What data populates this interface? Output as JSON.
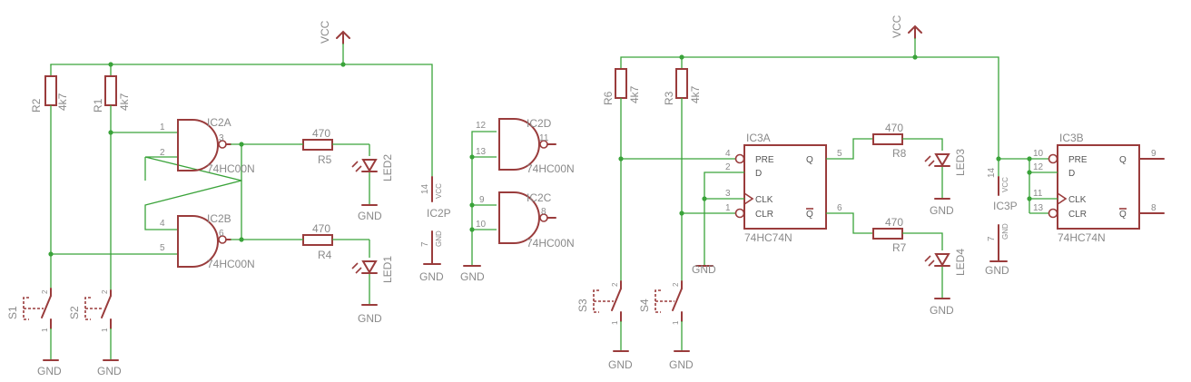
{
  "supply": {
    "vcc": "VCC",
    "gnd": "GND"
  },
  "left": {
    "resistors": [
      {
        "name": "R2",
        "value": "4k7"
      },
      {
        "name": "R1",
        "value": "4k7"
      },
      {
        "name": "R5",
        "value": "470"
      },
      {
        "name": "R4",
        "value": "470"
      }
    ],
    "gates": [
      {
        "name": "IC2A",
        "type": "74HC00N",
        "pins": [
          "1",
          "2",
          "3"
        ]
      },
      {
        "name": "IC2B",
        "type": "74HC00N",
        "pins": [
          "4",
          "5",
          "6"
        ]
      },
      {
        "name": "IC2D",
        "type": "74HC00N",
        "pins": [
          "12",
          "13",
          "11"
        ]
      },
      {
        "name": "IC2C",
        "type": "74HC00N",
        "pins": [
          "9",
          "10",
          "8"
        ]
      }
    ],
    "power_block": {
      "name": "IC2P",
      "vcc_pin": "14",
      "gnd_pin": "7"
    },
    "leds": [
      "LED2",
      "LED1"
    ],
    "switches": [
      {
        "name": "S1",
        "pins": [
          "2",
          "1"
        ]
      },
      {
        "name": "S2",
        "pins": [
          "2",
          "1"
        ]
      }
    ]
  },
  "right": {
    "resistors": [
      {
        "name": "R6",
        "value": "4k7"
      },
      {
        "name": "R3",
        "value": "4k7"
      },
      {
        "name": "R8",
        "value": "470"
      },
      {
        "name": "R7",
        "value": "470"
      }
    ],
    "flipflops": [
      {
        "name": "IC3A",
        "type": "74HC74N",
        "pin_labels": [
          "PRE",
          "D",
          "CLK",
          "CLR",
          "Q",
          "Q"
        ],
        "pins": [
          "4",
          "2",
          "3",
          "1",
          "5",
          "6"
        ]
      },
      {
        "name": "IC3B",
        "type": "74HC74N",
        "pin_labels": [
          "PRE",
          "D",
          "CLK",
          "CLR",
          "Q",
          "Q"
        ],
        "pins": [
          "10",
          "12",
          "11",
          "13",
          "9",
          "8"
        ]
      }
    ],
    "power_block": {
      "name": "IC3P",
      "vcc_pin": "14",
      "gnd_pin": "7"
    },
    "leds": [
      "LED3",
      "LED4"
    ],
    "switches": [
      {
        "name": "S3",
        "pins": [
          "2",
          "1"
        ]
      },
      {
        "name": "S4",
        "pins": [
          "2",
          "1"
        ]
      }
    ]
  }
}
